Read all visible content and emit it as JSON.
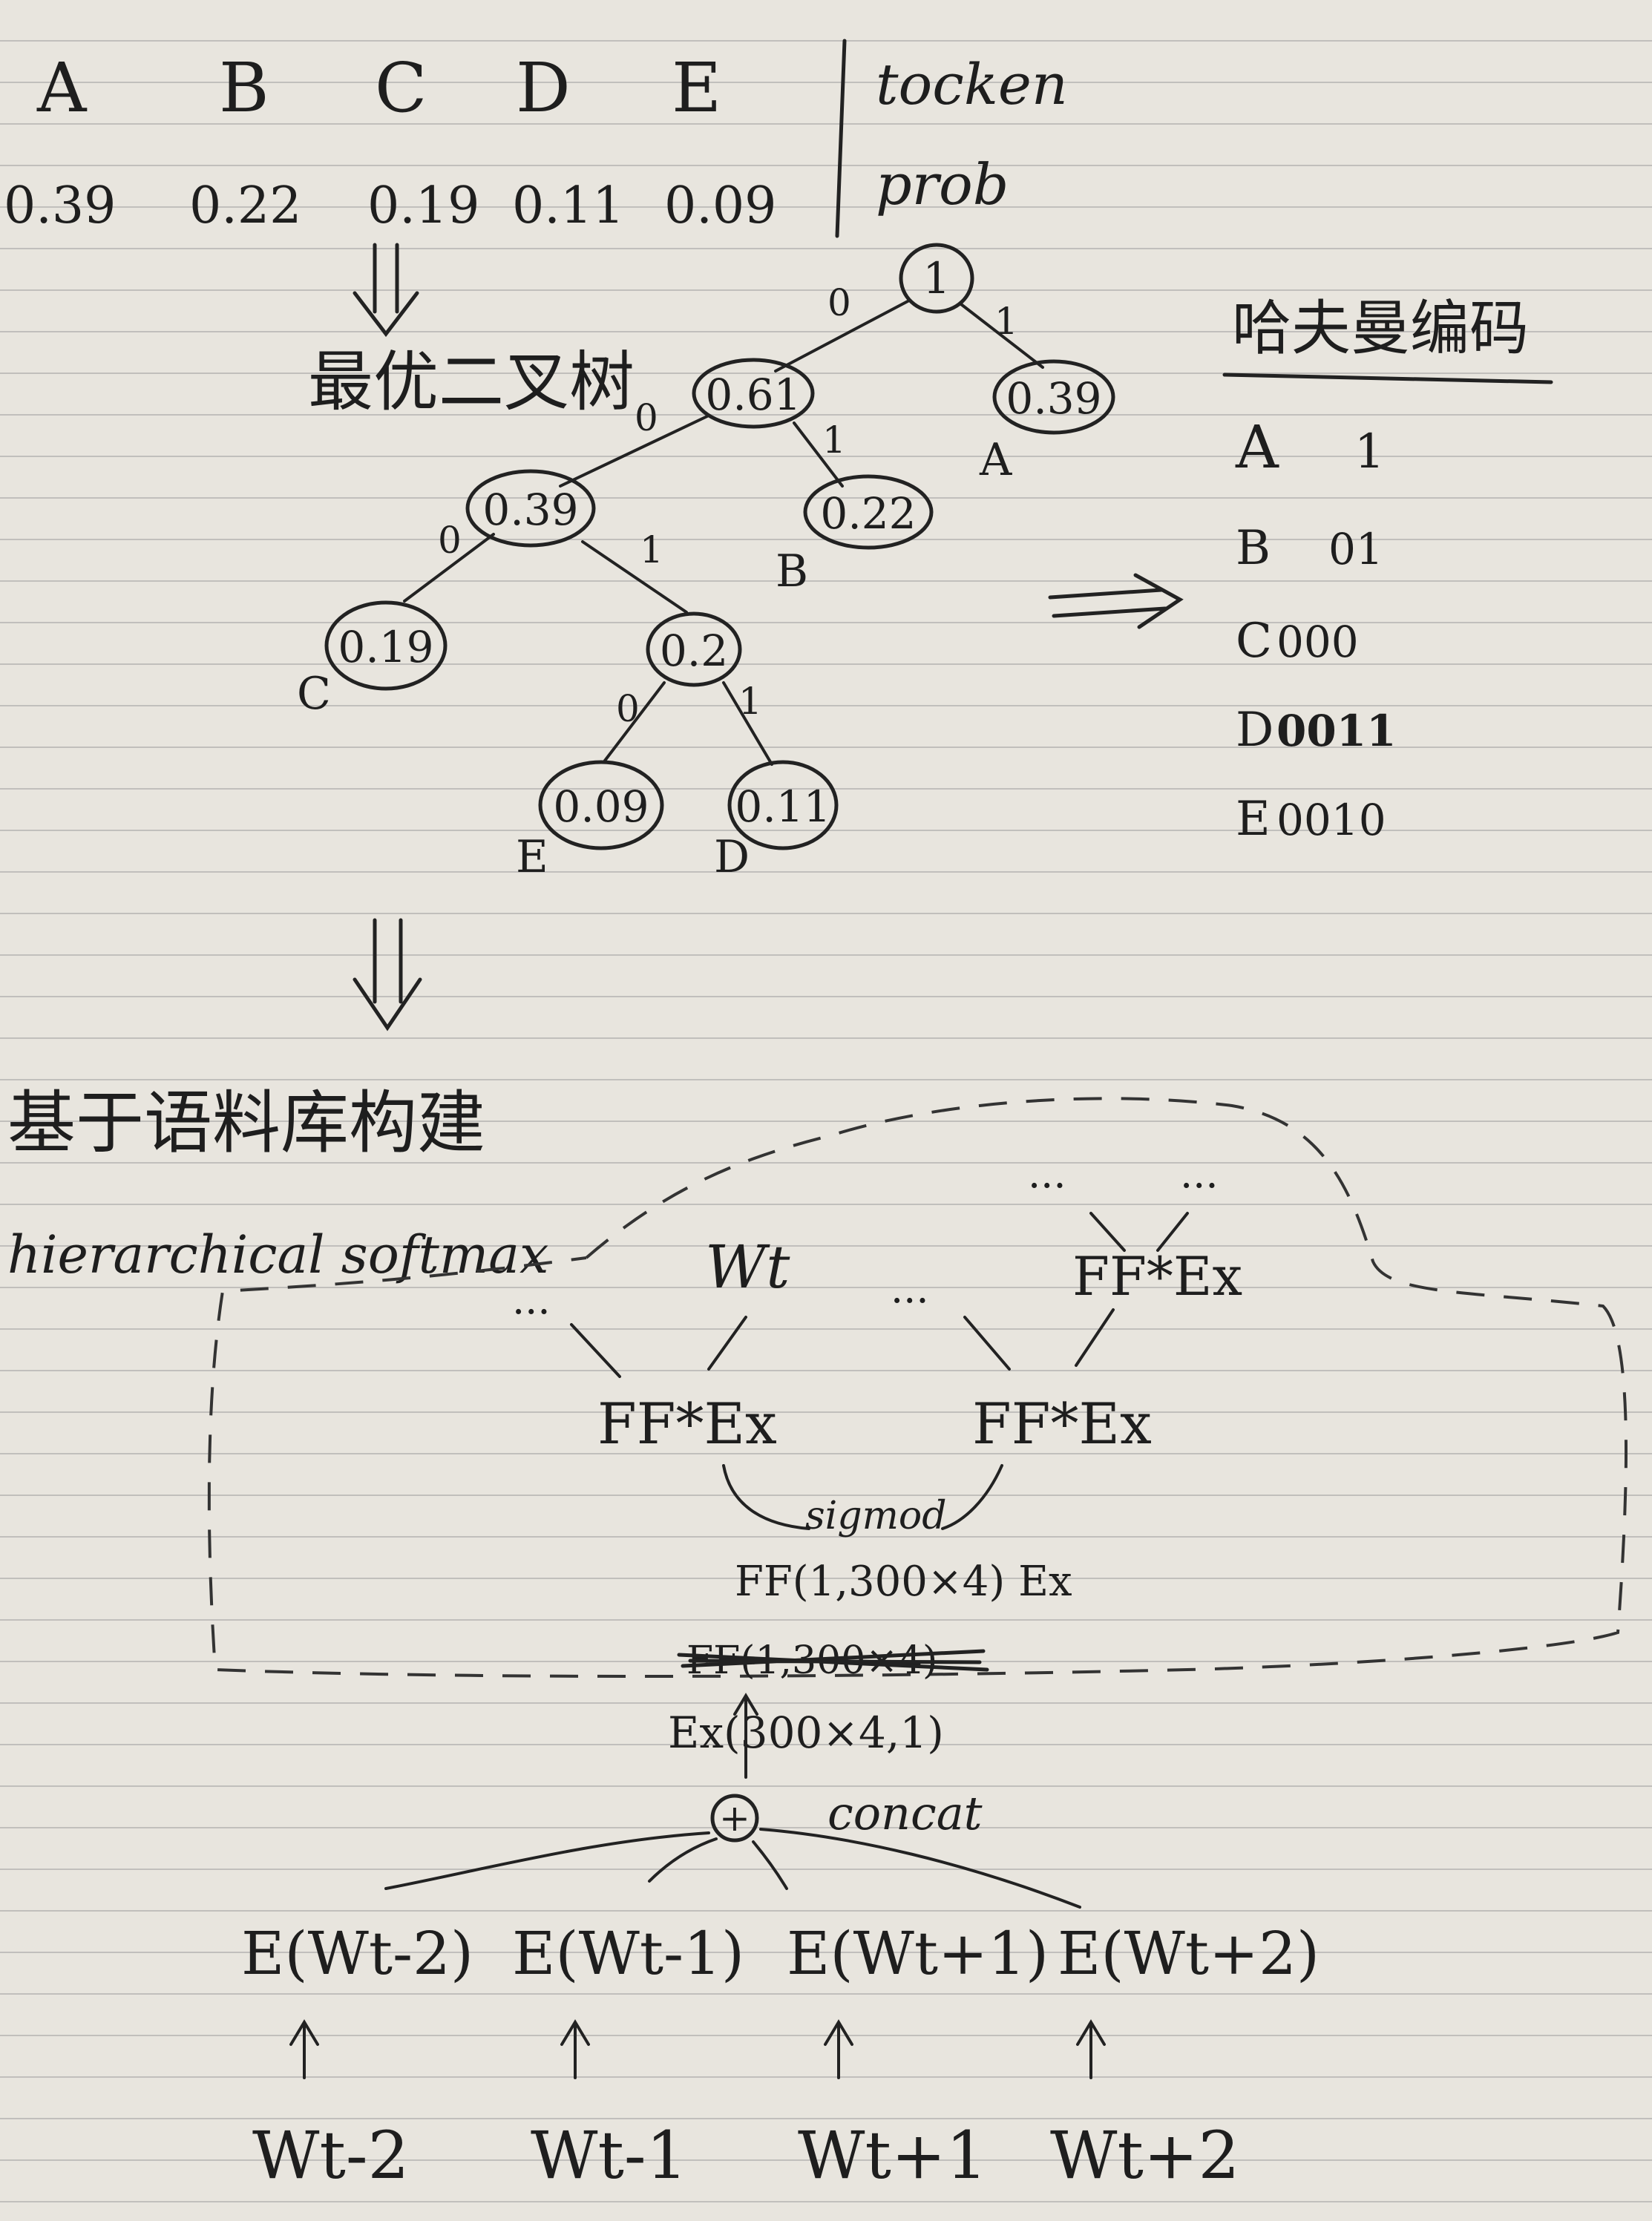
{
  "colors": {
    "paper": "#e8e5de",
    "ink": "#1e1e1e",
    "rule": "#8a8a8f"
  },
  "table": {
    "tokens": [
      "A",
      "B",
      "C",
      "D",
      "E"
    ],
    "probs": [
      "0.39",
      "0.22",
      "0.19",
      "0.11",
      "0.09"
    ],
    "row_label_token": "tocken",
    "row_label_prob": "prob"
  },
  "tree": {
    "title": "最优二叉树",
    "nodes": {
      "root": "1",
      "n06": "0.61",
      "a": "0.39",
      "n039": "0.39",
      "b": "0.22",
      "c": "0.19",
      "n02": "0.2",
      "e": "0.09",
      "d": "0.11"
    },
    "leaf_labels": {
      "a": "A",
      "b": "B",
      "c": "C",
      "d": "D",
      "e": "E"
    },
    "edge_zero": "0",
    "edge_one": "1"
  },
  "huffman": {
    "title": "哈夫曼编码",
    "codes": [
      {
        "token": "A",
        "code": "1"
      },
      {
        "token": "B",
        "code": "01"
      },
      {
        "token": "C",
        "code": "000"
      },
      {
        "token": "D",
        "code": "0011"
      },
      {
        "token": "E",
        "code": "0010"
      }
    ]
  },
  "section": {
    "title": "基于语料库构建",
    "subtitle": "hierarchical softmax"
  },
  "network": {
    "top_dots_left": "...",
    "top_dots_right": "...",
    "w_t": "Wt",
    "mid_dots_left": "...",
    "mid_dots_center": "...",
    "ff_ex_upper": "FF*Ex",
    "ff_ex_left": "FF*Ex",
    "ff_ex_right": "FF*Ex",
    "sigmoid": "sigmod",
    "ff_matrix": "FF(1,300×4) Ex",
    "crossed_out": "FF(1,300×4)",
    "ex_dim": "Ex(300×4,1)",
    "concat_symbol": "+",
    "concat_label": "concat",
    "embeddings": [
      "E(Wt-2)",
      "E(Wt-1)",
      "E(Wt+1)",
      "E(Wt+2)"
    ],
    "words": [
      "Wt-2",
      "Wt-1",
      "Wt+1",
      "Wt+2"
    ]
  }
}
